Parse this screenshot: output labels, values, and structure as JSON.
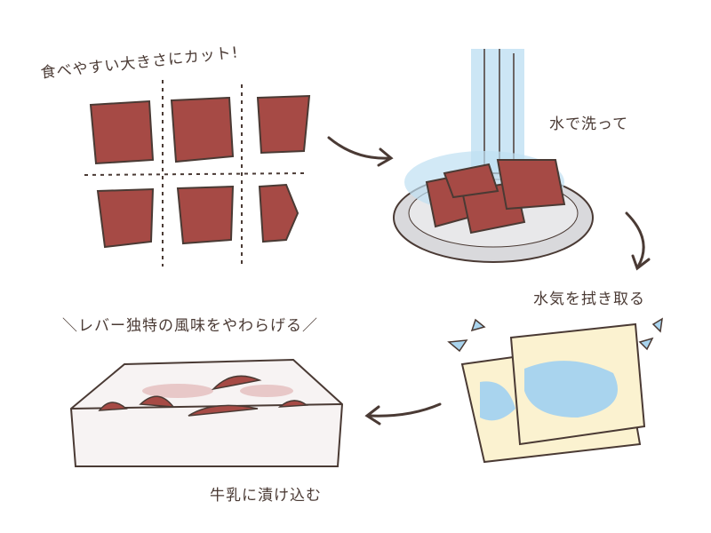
{
  "steps": [
    {
      "label": "食べやすい大きさにカット!"
    },
    {
      "label": "水で洗って"
    },
    {
      "label": "水気を拭き取る"
    },
    {
      "label": "牛乳に漬け込む"
    }
  ],
  "note": "＼レバー独特の風味をやわらげる／",
  "colors": {
    "liver": "#a64a45",
    "line": "#4a3a34",
    "water": "#a9d4ee",
    "towel": "#fbf2d0",
    "milk": "#f7f3f3"
  }
}
